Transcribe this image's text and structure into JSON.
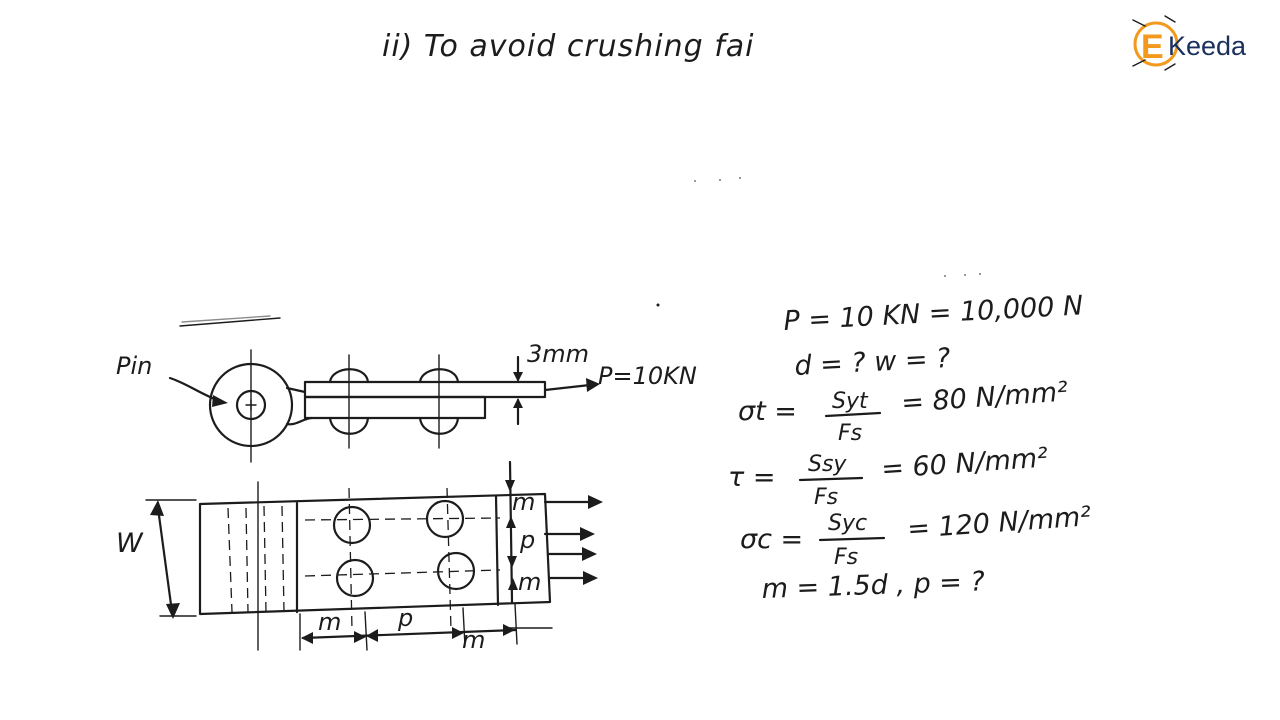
{
  "heading": "ii) To avoid crushing fai",
  "logo": {
    "letter": "E",
    "text": "Keeda"
  },
  "top_view": {
    "pin_label": "Pin",
    "thickness_label": "3mm",
    "load_label": "P=10KN"
  },
  "plan_view": {
    "width_label": "W",
    "m_label_left": "m",
    "p_label_horizontal": "p",
    "m_label_right": "m",
    "m_label_top": "m",
    "p_label_vertical": "p",
    "m_label_bottom": "m"
  },
  "given": {
    "line1": "P = 10 KN = 10,000 N",
    "line2": "d = ?   w = ?",
    "sigma_t_lhs": "σt =",
    "sigma_t_num": "Syt",
    "sigma_t_den": "Fs",
    "sigma_t_rhs": "= 80 N/mm²",
    "tau_lhs": "τ =",
    "tau_num": "Ssy",
    "tau_den": "Fs",
    "tau_rhs": "= 60 N/mm²",
    "sigma_c_lhs": "σc =",
    "sigma_c_num": "Syc",
    "sigma_c_den": "Fs",
    "sigma_c_rhs": "= 120 N/mm²",
    "last_line": "m = 1.5d ,  p = ?"
  }
}
